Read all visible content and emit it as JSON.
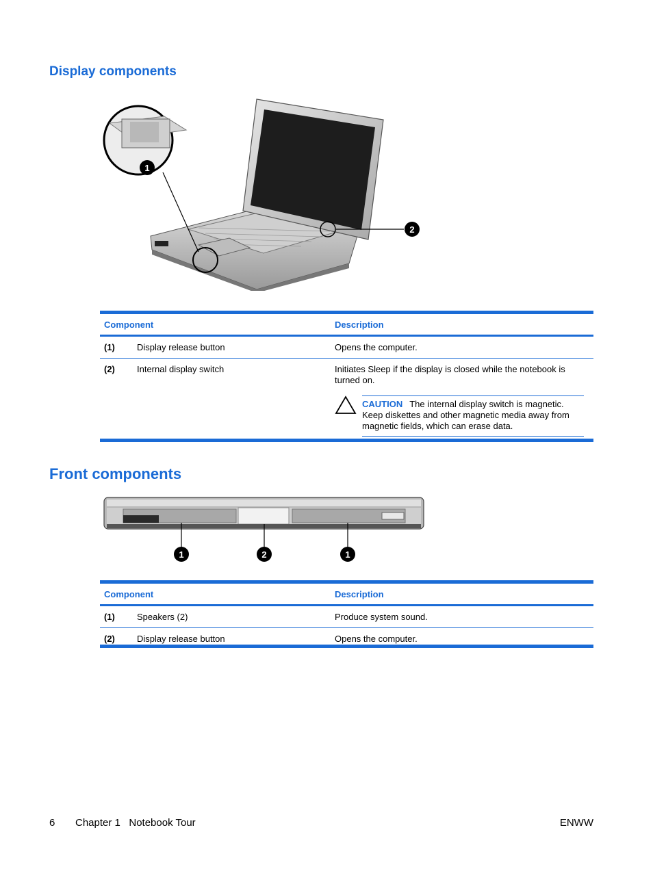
{
  "display_section": {
    "heading": "Display components",
    "callouts": [
      "1",
      "2"
    ],
    "table": {
      "headers": [
        "Component",
        "Description"
      ],
      "rows": [
        {
          "num": "(1)",
          "component": "Display release button",
          "description": "Opens the computer."
        },
        {
          "num": "(2)",
          "component": "Internal display switch",
          "description": "Initiates Sleep if the display is closed while the notebook is turned on."
        }
      ],
      "caution": {
        "label": "CAUTION",
        "text": "The internal display switch is magnetic. Keep diskettes and other magnetic media away from magnetic fields, which can erase data.",
        "icon": "warning-triangle-icon"
      }
    }
  },
  "front_section": {
    "heading": "Front components",
    "callouts": [
      "1",
      "2",
      "1"
    ],
    "table": {
      "headers": [
        "Component",
        "Description"
      ],
      "rows": [
        {
          "num": "(1)",
          "component": "Speakers (2)",
          "description": "Produce system sound."
        },
        {
          "num": "(2)",
          "component": "Display release button",
          "description": "Opens the computer."
        }
      ]
    }
  },
  "footer": {
    "page": "6",
    "chapter": "Chapter 1   Notebook Tour",
    "right": "ENWW"
  },
  "colors": {
    "accent": "#1a6bd6"
  }
}
